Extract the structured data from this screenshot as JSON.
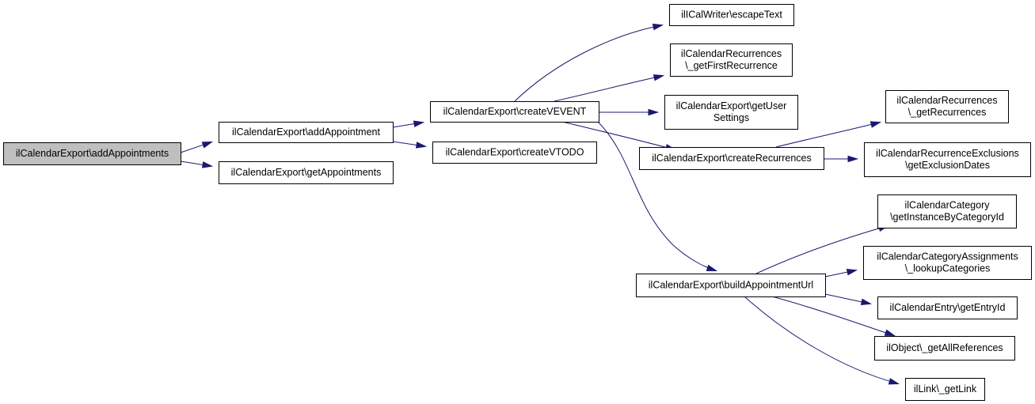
{
  "graph": {
    "nodes": [
      {
        "id": "addAppointments",
        "lines": [
          "ilCalendarExport\\addAppointments"
        ],
        "highlighted": true
      },
      {
        "id": "addAppointment",
        "lines": [
          "ilCalendarExport\\addAppointment"
        ]
      },
      {
        "id": "getAppointments",
        "lines": [
          "ilCalendarExport\\getAppointments"
        ]
      },
      {
        "id": "createVEVENT",
        "lines": [
          "ilCalendarExport\\createVEVENT"
        ]
      },
      {
        "id": "createVTODO",
        "lines": [
          "ilCalendarExport\\createVTODO"
        ]
      },
      {
        "id": "escapeText",
        "lines": [
          "ilICalWriter\\escapeText"
        ]
      },
      {
        "id": "getFirstRecurrence",
        "lines": [
          "ilCalendarRecurrences",
          "\\_getFirstRecurrence"
        ]
      },
      {
        "id": "getUserSettings",
        "lines": [
          "ilCalendarExport\\getUser",
          "Settings"
        ]
      },
      {
        "id": "createRecurrences",
        "lines": [
          "ilCalendarExport\\createRecurrences"
        ]
      },
      {
        "id": "getRecurrences",
        "lines": [
          "ilCalendarRecurrences",
          "\\_getRecurrences"
        ]
      },
      {
        "id": "getExclusionDates",
        "lines": [
          "ilCalendarRecurrenceExclusions",
          "\\getExclusionDates"
        ]
      },
      {
        "id": "buildAppointmentUrl",
        "lines": [
          "ilCalendarExport\\buildAppointmentUrl"
        ]
      },
      {
        "id": "getInstanceByCategoryId",
        "lines": [
          "ilCalendarCategory",
          "\\getInstanceByCategoryId"
        ]
      },
      {
        "id": "lookupCategories",
        "lines": [
          "ilCalendarCategoryAssignments",
          "\\_lookupCategories"
        ]
      },
      {
        "id": "getEntryId",
        "lines": [
          "ilCalendarEntry\\getEntryId"
        ]
      },
      {
        "id": "getAllReferences",
        "lines": [
          "ilObject\\_getAllReferences"
        ]
      },
      {
        "id": "getLink",
        "lines": [
          "ilLink\\_getLink"
        ]
      }
    ],
    "edges": [
      {
        "from": "addAppointments",
        "to": "addAppointment"
      },
      {
        "from": "addAppointments",
        "to": "getAppointments"
      },
      {
        "from": "addAppointment",
        "to": "createVEVENT"
      },
      {
        "from": "addAppointment",
        "to": "createVTODO"
      },
      {
        "from": "createVEVENT",
        "to": "escapeText"
      },
      {
        "from": "createVEVENT",
        "to": "getFirstRecurrence"
      },
      {
        "from": "createVEVENT",
        "to": "getUserSettings"
      },
      {
        "from": "createVEVENT",
        "to": "createRecurrences"
      },
      {
        "from": "createVEVENT",
        "to": "buildAppointmentUrl"
      },
      {
        "from": "createRecurrences",
        "to": "getRecurrences"
      },
      {
        "from": "createRecurrences",
        "to": "getExclusionDates"
      },
      {
        "from": "buildAppointmentUrl",
        "to": "getInstanceByCategoryId"
      },
      {
        "from": "buildAppointmentUrl",
        "to": "lookupCategories"
      },
      {
        "from": "buildAppointmentUrl",
        "to": "getEntryId"
      },
      {
        "from": "buildAppointmentUrl",
        "to": "getAllReferences"
      },
      {
        "from": "buildAppointmentUrl",
        "to": "getLink"
      }
    ],
    "colors": {
      "edge": "#191970",
      "highlight_fill": "#bfbfbf",
      "box_stroke": "#000000",
      "box_fill": "#ffffff"
    }
  }
}
